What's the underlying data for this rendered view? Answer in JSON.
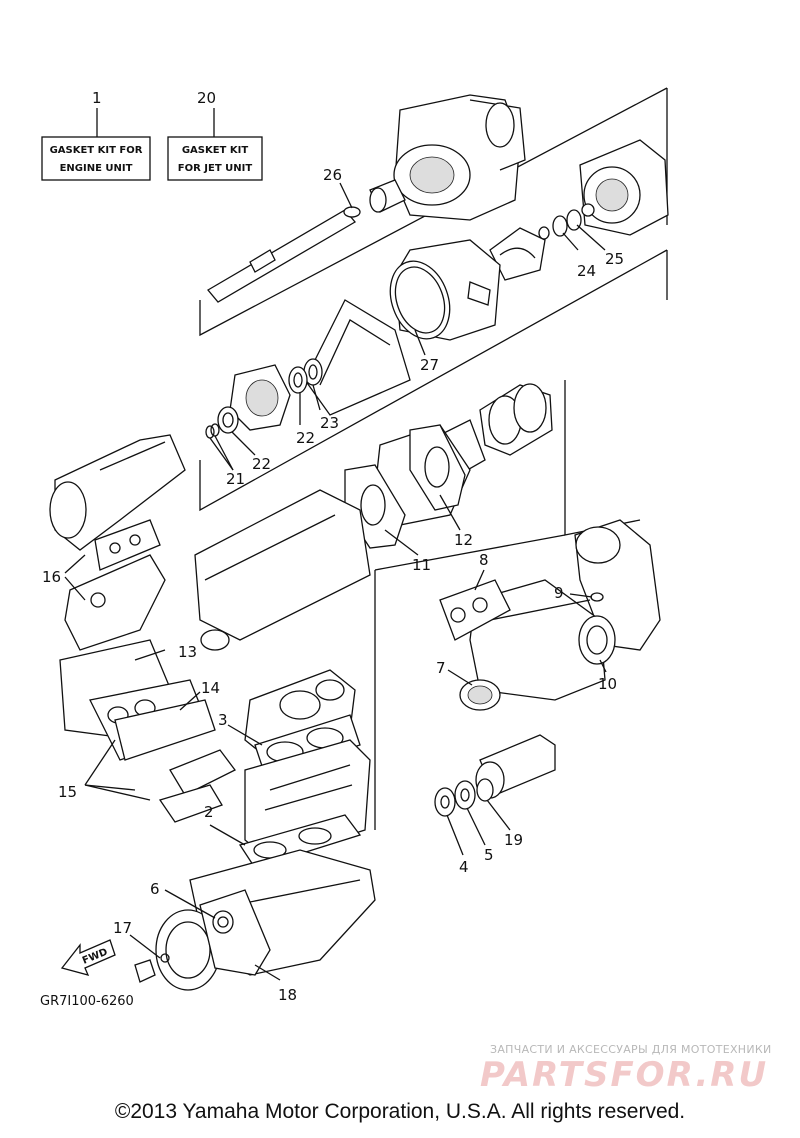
{
  "labels": {
    "l1": "1",
    "l2": "2",
    "l3": "3",
    "l4": "4",
    "l5": "5",
    "l6": "6",
    "l7": "7",
    "l8": "8",
    "l9": "9",
    "l10": "10",
    "l11": "11",
    "l12": "12",
    "l13": "13",
    "l14": "14",
    "l15": "15",
    "l16": "16",
    "l17": "17",
    "l18": "18",
    "l19": "19",
    "l20": "20",
    "l21": "21",
    "l22a": "22",
    "l22b": "22",
    "l23": "23",
    "l24": "24",
    "l25": "25",
    "l26": "26",
    "l27": "27"
  },
  "kit_boxes": {
    "engine_line1": "GASKET KIT FOR",
    "engine_line2": "ENGINE UNIT",
    "jet_line1": "GASKET KIT",
    "jet_line2": "FOR JET UNIT"
  },
  "fwd_label": "FWD",
  "drawing_code": "GR7I100-6260",
  "watermark": {
    "tagline": "ЗАПЧАСТИ И АКСЕССУАРЫ ДЛЯ МОТОТЕХНИКИ",
    "brand": "PARTSFOR.RU"
  },
  "copyright": "©2013 Yamaha Motor Corporation, U.S.A. All rights reserved."
}
